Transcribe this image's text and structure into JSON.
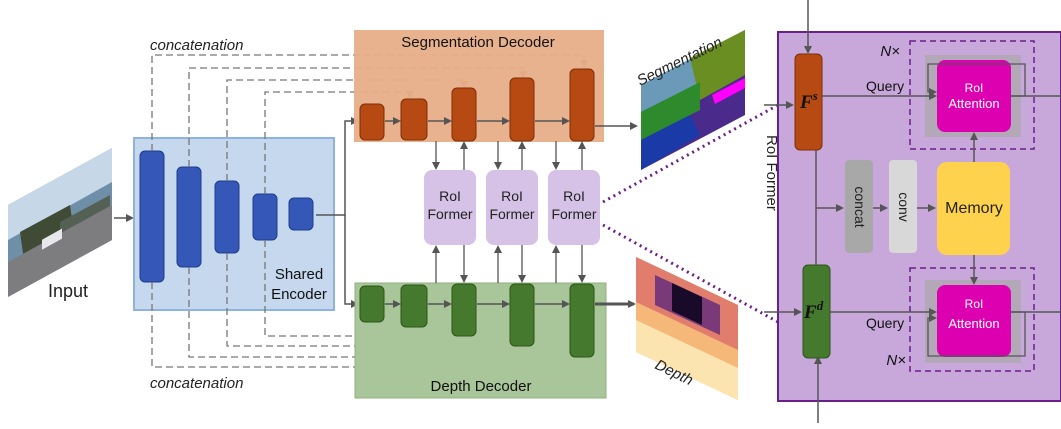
{
  "labels": {
    "concat_top": "concatenation",
    "concat_bottom": "concatenation",
    "seg_decoder": "Segmentation Decoder",
    "depth_decoder": "Depth Decoder",
    "shared_encoder_1": "Shared",
    "shared_encoder_2": "Encoder",
    "input": "Input",
    "segmentation": "Segmentation",
    "depth": "Depth",
    "roi_former_side": "RoI Former"
  },
  "roi_formers": [
    {
      "line1": "RoI",
      "line2": "Former"
    },
    {
      "line1": "RoI",
      "line2": "Former"
    },
    {
      "line1": "RoI",
      "line2": "Former"
    }
  ],
  "detail": {
    "fs": "F",
    "fs_sup": "s",
    "fd": "F",
    "fd_sup": "d",
    "n_top": "N×",
    "n_bottom": "N×",
    "query_top": "Query",
    "query_bottom": "Query",
    "attn_top_1": "RoI",
    "attn_top_2": "Attention",
    "attn_bottom_1": "RoI",
    "attn_bottom_2": "Attention",
    "concat": "concat",
    "conv": "conv",
    "memory": "Memory"
  },
  "colors": {
    "encoder_bg": "#c5d8ee",
    "encoder_block": "#3557b7",
    "seg_bg": "#e8ae88",
    "seg_block": "#b74a12",
    "depth_bg": "#a9c59a",
    "depth_block": "#457a2e",
    "roi_former": "#d5c2e6",
    "detail_bg": "#c8a8da",
    "attention": "#dd00b0",
    "memory": "#ffd24d",
    "gray_box": "#a8a8a8",
    "light_gray_box": "#d8d8d8",
    "dotted_connector": "#6a1f8a"
  }
}
